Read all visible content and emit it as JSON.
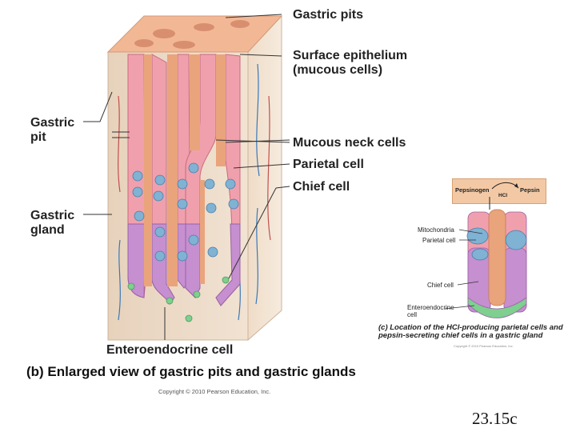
{
  "labels_right": {
    "gastric_pits": "Gastric pits",
    "surface_epithelium": "Surface epithelium\n(mucous cells)",
    "mucous_neck_cells": "Mucous neck cells",
    "parietal_cell": "Parietal cell",
    "chief_cell": "Chief cell"
  },
  "labels_left": {
    "gastric_pit": "Gastric\npit",
    "gastric_gland": "Gastric\ngland"
  },
  "label_bottom": "Enteroendocrine cell",
  "caption_b": "(b) Enlarged view of gastric pits and gastric glands",
  "copyright_main": "Copyright © 2010 Pearson Education, Inc.",
  "inset": {
    "pepsinogen": "Pepsinogen",
    "pepsin": "Pepsin",
    "hcl": "HCl",
    "mitochondria": "Mitochondria",
    "parietal_cell": "Parietal cell",
    "chief_cell": "Chief cell",
    "enteroendocrine": "Enteroendocrine\ncell",
    "caption_c": "(c) Location of the HCl-producing parietal cells and\npepsin-secreting chief cells in a gastric gland",
    "copyright_small": "Copyright © 2010 Pearson Education, Inc."
  },
  "slide_number": "23.15c",
  "colors": {
    "tissue_top": "#f2b896",
    "tissue_side": "#ecd8c2",
    "lumen": "#e9a47c",
    "epithelium": "#f0a0ad",
    "lower_gland": "#c58fd0",
    "parietal": "#7fb2d3",
    "enteroendocrine": "#7fcf8f"
  }
}
